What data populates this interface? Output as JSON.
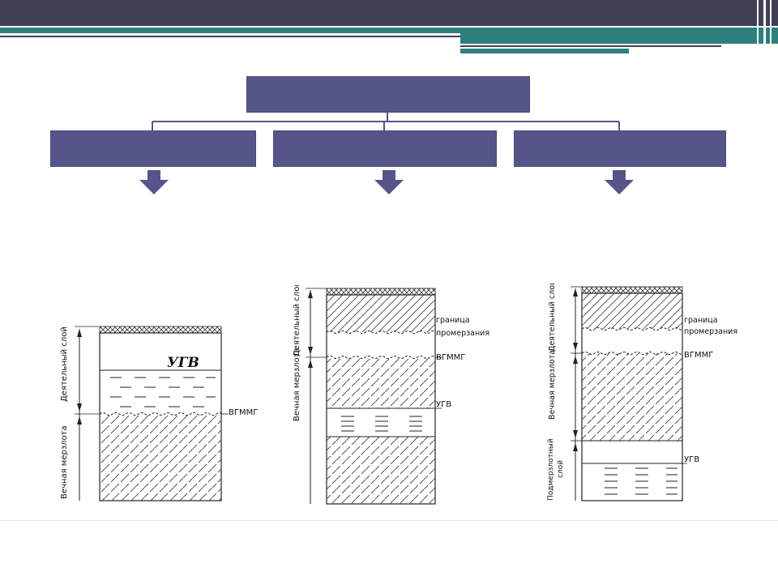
{
  "palette": {
    "header": "#3f3f55",
    "accent": "#2e7f7f",
    "box": "#555589",
    "arrow": "#555589"
  },
  "profile1": {
    "label_active": "Деятельный слой",
    "label_permafrost": "Вечная мерзлота",
    "ugv": "УГВ",
    "vgmmg": "ВГММГ"
  },
  "profile2": {
    "label_active": "Деятельный слой",
    "label_permafrost": "Вечная мерзлота",
    "freeze_line1": "граница",
    "freeze_line2": "промерзания",
    "vgmmg": "ВГММГ",
    "ugv": "УГВ"
  },
  "profile3": {
    "label_active": "Деятельный слой",
    "label_permafrost": "Вечная мерзлота",
    "label_sub1": "Подмерзлотный",
    "label_sub2": "слой",
    "freeze_line1": "граница",
    "freeze_line2": "промерзания",
    "vgmmg": "ВГММГ",
    "ugv": "УГВ"
  }
}
